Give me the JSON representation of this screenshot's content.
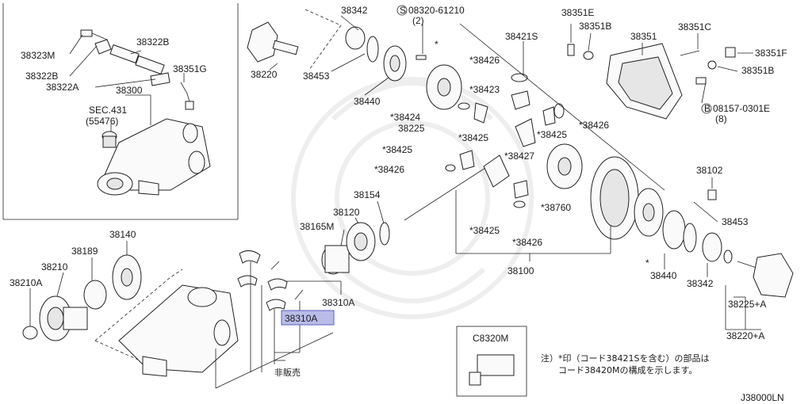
{
  "diagram_code": "J38000LN",
  "note_lines": [
    "注）*印（コード38421Sを含む）の部品は",
    "コード38420Mの構成を示します。"
  ],
  "not_sold_label": "非販売",
  "highlight_color": "#b9bce8",
  "callouts": {
    "p38323M": "38323M",
    "p38322B_a": "38322B",
    "p38322B_b": "38322B",
    "p38322A": "38322A",
    "p38351G": "38351G",
    "p38300": "38300",
    "sec431": "SEC.431",
    "sec431b": "(55476)",
    "p38220": "38220",
    "p38342_top": "38342",
    "p38453_top": "38453",
    "p38440_top": "38440",
    "bolt08320": "08320-61210",
    "bolt08320_qty": "(2)",
    "star_a": "*",
    "p38421S": "38421S",
    "p38426_a": "*38426",
    "p38423": "*38423",
    "p38424": "*38424",
    "p38225": "38225",
    "p38425_a": "*38425",
    "p38426_b": "*38426",
    "p38425_b": "*38425",
    "p38425_c": "*38425",
    "p38427": "*38427",
    "p38426_c": "*38426",
    "p38351E": "38351E",
    "p38351B_a": "38351B",
    "p38351": "38351",
    "p38351C": "38351C",
    "p38351F": "38351F",
    "p38351B_b": "38351B",
    "bolt08157": "08157-0301E",
    "bolt08157_qty": "(8)",
    "p38102": "38102",
    "p38154": "38154",
    "p38120": "38120",
    "p38165M": "38165M",
    "p38760": "*38760",
    "p38425_d": "*38425",
    "p38426_d": "*38426",
    "p38100": "38100",
    "p38453_r": "38453",
    "star_b": "*",
    "p38440_r": "38440",
    "p38342_r": "38342",
    "p38225A": "38225+A",
    "p38220A": "38220+A",
    "p38140": "38140",
    "p38189": "38189",
    "p38210": "38210",
    "p38210A": "38210A",
    "p38310A_top": "38310A",
    "p38310A_hl": "38310A",
    "c8320M": "C8320M"
  }
}
